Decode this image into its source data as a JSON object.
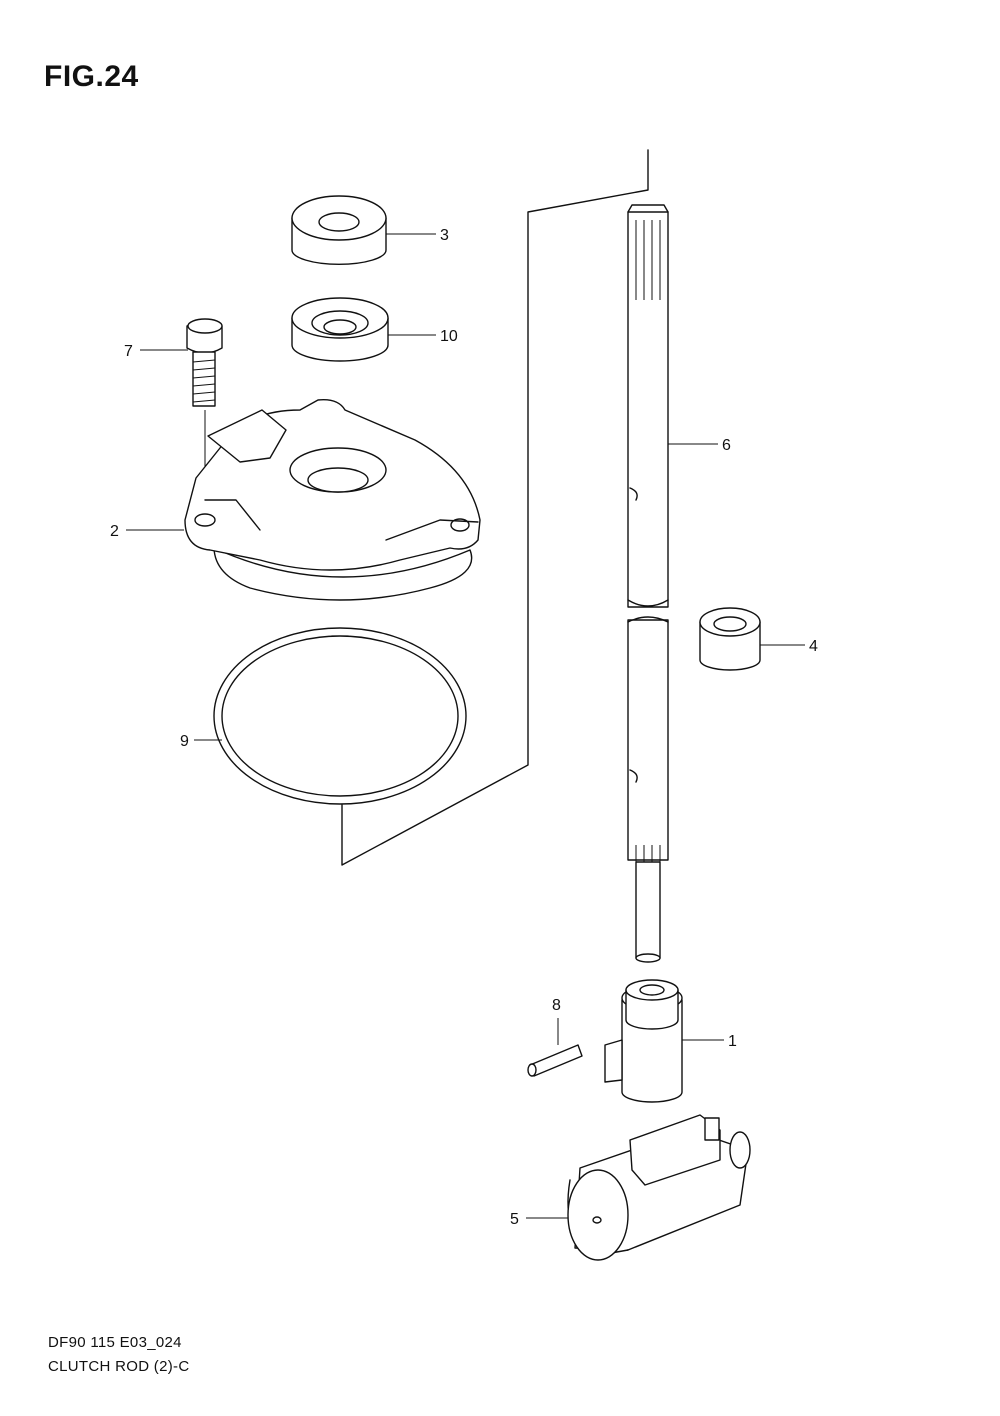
{
  "figure": {
    "title": "FIG.24",
    "code": "DF90 115 E03_024",
    "name": "CLUTCH ROD (2)-C"
  },
  "callouts": {
    "c1": "1",
    "c2": "2",
    "c3": "3",
    "c4": "4",
    "c5": "5",
    "c6": "6",
    "c7": "7",
    "c8": "8",
    "c9": "9",
    "c10": "10"
  }
}
